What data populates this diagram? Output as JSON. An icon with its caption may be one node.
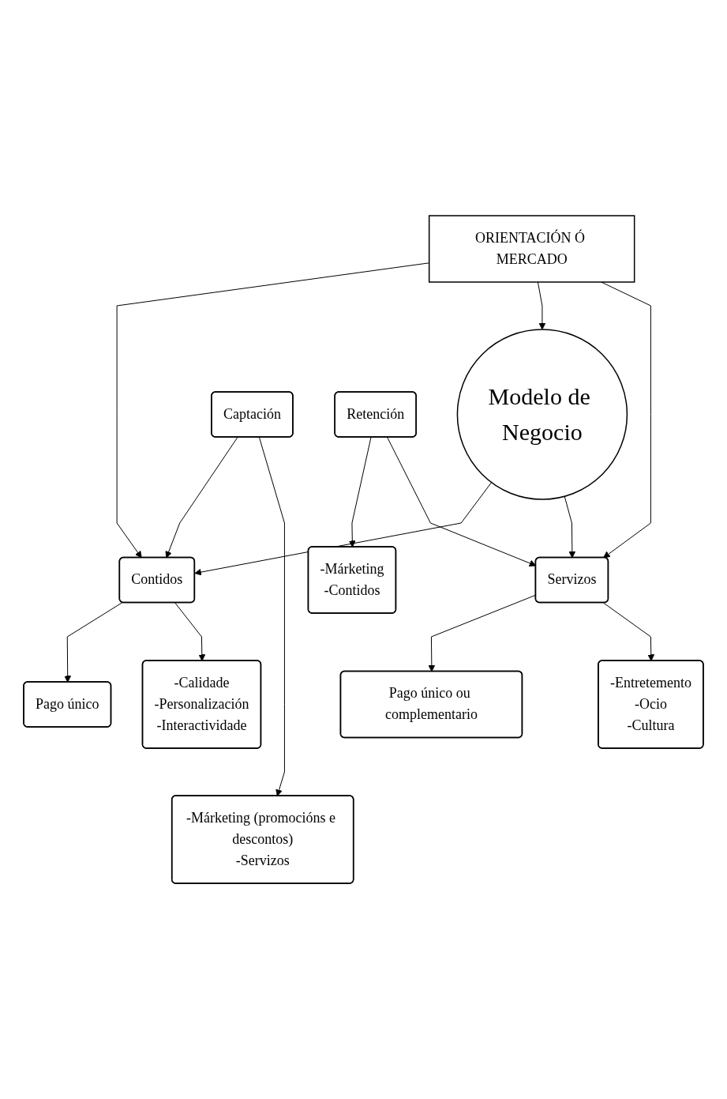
{
  "diagram": {
    "nodes": [
      {
        "text": [
          "ORIENTACIÓN Ó MERCADO"
        ]
      },
      {
        "text": [
          "Pago único"
        ]
      },
      {
        "text": [
          "-Calidade",
          "-Personalización",
          "-Interactividade"
        ]
      },
      {
        "text": [
          "Contidos"
        ]
      },
      {
        "text": [
          "Modelo de Negocio"
        ]
      },
      {
        "text": [
          "Captación"
        ]
      },
      {
        "text": [
          "-Márketing (promocións e descontos)",
          "-Servizos"
        ]
      },
      {
        "text": [
          "-Márketing",
          "-Contidos"
        ]
      },
      {
        "text": [
          "Retención"
        ]
      },
      {
        "text": [
          "Servizos"
        ]
      },
      {
        "text": [
          "Pago único ou complementario"
        ]
      },
      {
        "text": [
          "-Entretemento",
          "-Ocio",
          "-Cultura"
        ]
      }
    ],
    "edges": [
      {
        "from": 3,
        "to": 1,
        "arrow": "to"
      },
      {
        "from": 3,
        "to": 2,
        "arrow": "to"
      },
      {
        "from": 0,
        "to": 3,
        "arrow": "to"
      },
      {
        "from": 0,
        "to": 4,
        "arrow": "to"
      },
      {
        "from": 0,
        "to": 9,
        "arrow": "to"
      },
      {
        "from": 4,
        "to": 3,
        "arrow": "to"
      },
      {
        "from": 5,
        "to": 3,
        "arrow": "to"
      },
      {
        "from": 5,
        "to": 6,
        "arrow": "to"
      },
      {
        "from": 8,
        "to": 7,
        "arrow": "to"
      },
      {
        "from": 8,
        "to": 9,
        "arrow": "to"
      },
      {
        "from": 4,
        "to": 9,
        "arrow": "to"
      },
      {
        "from": 9,
        "to": 10,
        "arrow": "to"
      },
      {
        "from": 9,
        "to": 11,
        "arrow": "to"
      }
    ]
  }
}
